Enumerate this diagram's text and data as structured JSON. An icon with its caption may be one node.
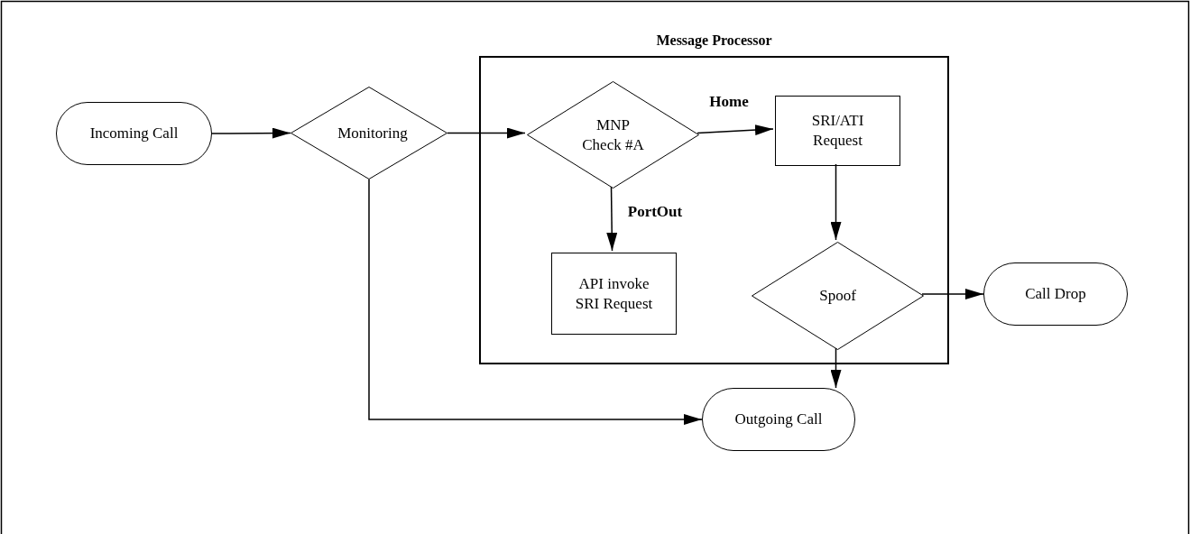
{
  "diagram": {
    "nodes": [
      {
        "text": [
          "Incoming Call"
        ]
      },
      {
        "text": [
          "Monitoring"
        ]
      },
      {
        "text": [
          "Message Processor"
        ]
      },
      {
        "text": [
          "MNP Check #A"
        ],
        "in": 2
      },
      {
        "text": [
          "SRI/ATI Request"
        ],
        "in": 2
      },
      {
        "text": [
          "API invoke SRI Request"
        ],
        "in": 2
      },
      {
        "text": [
          "Spoof"
        ],
        "in": 2
      },
      {
        "text": [
          "Call Drop"
        ]
      },
      {
        "text": [
          "Outgoing Call"
        ]
      }
    ],
    "edges": [
      {
        "from": 0,
        "to": 1,
        "arrow": "to"
      },
      {
        "from": 1,
        "to": 3,
        "arrow": "to"
      },
      {
        "from": 3,
        "to": 4,
        "arrow": "to",
        "label": "Home"
      },
      {
        "from": 3,
        "to": 5,
        "arrow": "to",
        "label": "PortOut"
      },
      {
        "from": 4,
        "to": 6,
        "arrow": "to"
      },
      {
        "from": 6,
        "to": 7,
        "arrow": "to"
      },
      {
        "from": 6,
        "to": 8,
        "arrow": "to"
      },
      {
        "from": 1,
        "to": 8,
        "arrow": "to"
      }
    ]
  }
}
